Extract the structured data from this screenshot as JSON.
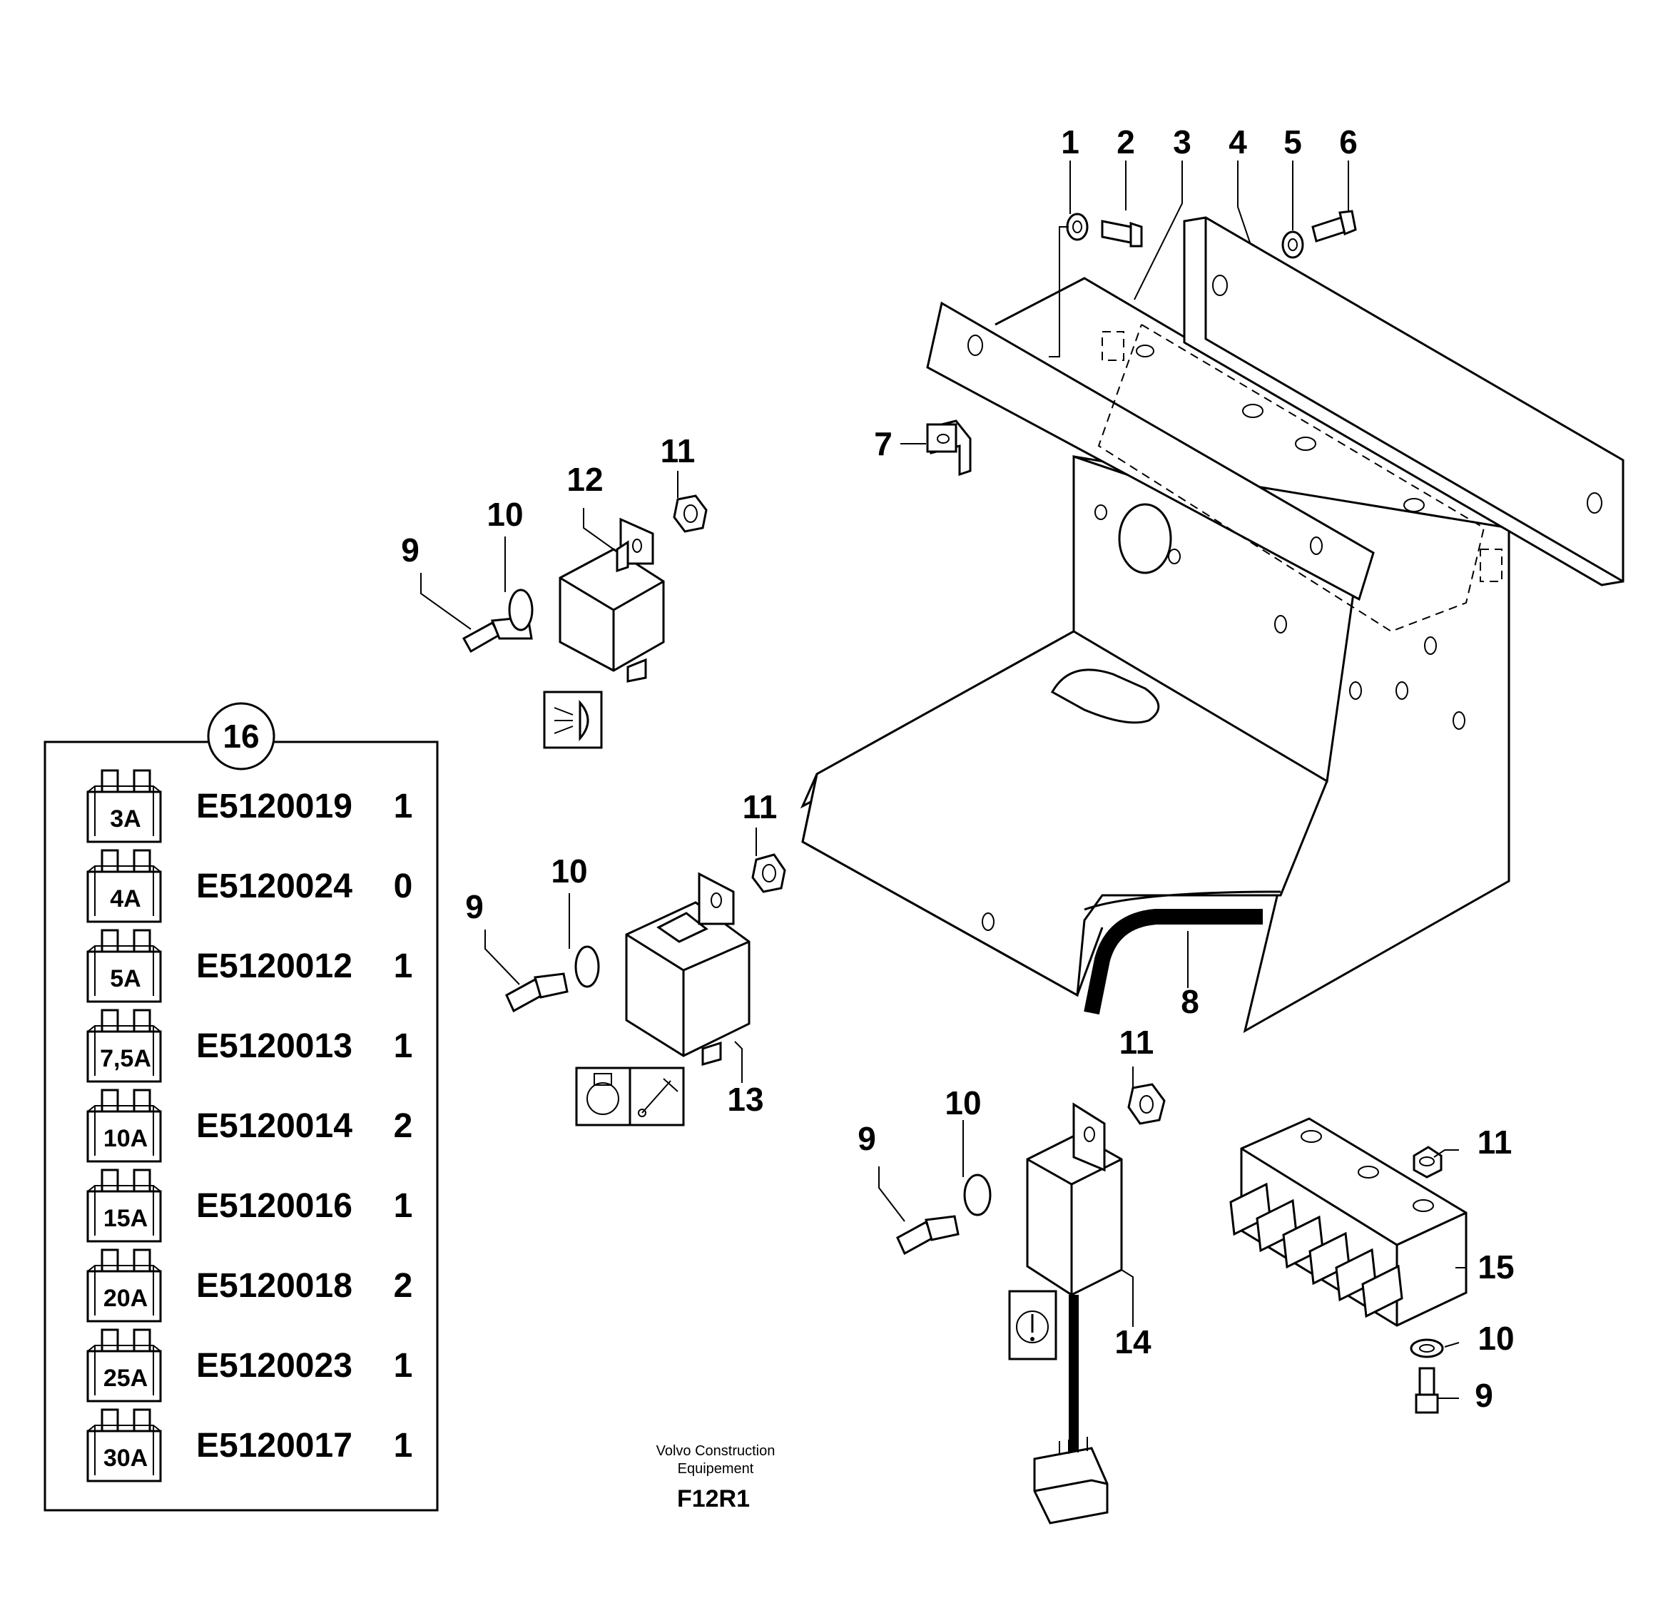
{
  "callouts": {
    "c1": "1",
    "c2": "2",
    "c3": "3",
    "c4": "4",
    "c5": "5",
    "c6": "6",
    "c7": "7",
    "c8": "8",
    "c9a": "9",
    "c10a": "10",
    "c11a": "11",
    "c12": "12",
    "c9b": "9",
    "c10b": "10",
    "c11b": "11",
    "c13": "13",
    "c9c": "9",
    "c10c": "10",
    "c11c": "11",
    "c14": "14",
    "c11d": "11",
    "c15": "15",
    "c10d": "10",
    "c9d": "9",
    "c16": "16"
  },
  "fuse_table": {
    "rows": [
      {
        "rating": "3A",
        "part": "E5120019",
        "qty": "1"
      },
      {
        "rating": "4A",
        "part": "E5120024",
        "qty": "0"
      },
      {
        "rating": "5A",
        "part": "E5120012",
        "qty": "1"
      },
      {
        "rating": "7,5A",
        "part": "E5120013",
        "qty": "1"
      },
      {
        "rating": "10A",
        "part": "E5120014",
        "qty": "2"
      },
      {
        "rating": "15A",
        "part": "E5120016",
        "qty": "1"
      },
      {
        "rating": "20A",
        "part": "E5120018",
        "qty": "2"
      },
      {
        "rating": "25A",
        "part": "E5120023",
        "qty": "1"
      },
      {
        "rating": "30A",
        "part": "E5120017",
        "qty": "1"
      }
    ]
  },
  "footer": {
    "line1": "Volvo Construction",
    "line2": "Equipement",
    "code": "F12R1"
  },
  "icons": [
    "headlight-icon",
    "wiper-motor-icon",
    "wiper-icon",
    "warning-icon"
  ]
}
